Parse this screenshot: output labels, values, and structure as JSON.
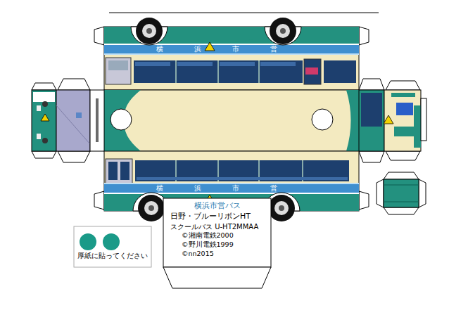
{
  "diagram": {
    "nodes": [
      {
        "text": [
          "横浜市営バス",
          "日野・ブルーリボンHT",
          "スクールバス U-HT2MMAA",
          "©湘南電鉄2000",
          "©野川電鉄1999",
          "©nn2015"
        ]
      },
      {
        "text": [
          "厚紙に貼ってください"
        ]
      }
    ],
    "labels": [
      "横浜市営",
      "横浜市営"
    ]
  }
}
